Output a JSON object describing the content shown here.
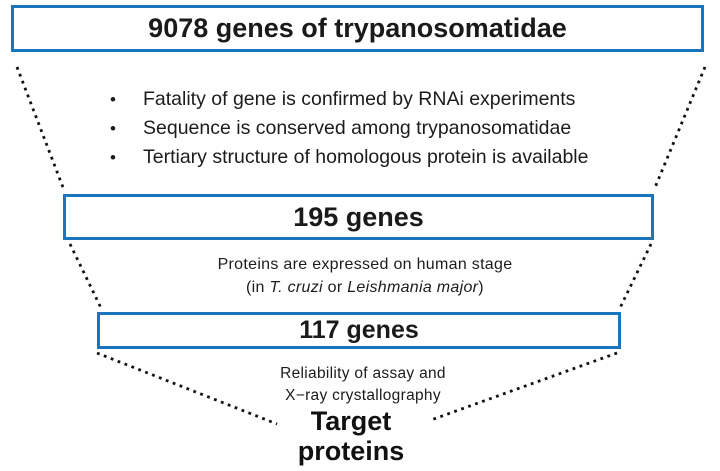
{
  "title_box": {
    "label": "9078 genes of trypanosomatidae"
  },
  "criteria": {
    "items": [
      {
        "bullet": "•",
        "text": "Fatality of gene is confirmed by RNAi experiments"
      },
      {
        "bullet": "•",
        "text": "Sequence is conserved among trypanosomatidae"
      },
      {
        "bullet": "•",
        "text": "Tertiary structure of homologous protein is available"
      }
    ]
  },
  "stage1_box": {
    "label": "195 genes"
  },
  "stage1_caption": {
    "line1": "Proteins are expressed on human stage",
    "line2": {
      "open": "(in ",
      "species1": "T. cruzi",
      "conj": " or ",
      "species2": "Leishmania major",
      "close": ")"
    }
  },
  "stage2_box": {
    "label": "117 genes"
  },
  "stage2_caption": {
    "line1": "Reliability of assay and",
    "line2": "X−ray crystallography"
  },
  "target": {
    "line1": "Target",
    "line2": "proteins"
  },
  "colors": {
    "box_border": "#1b75bb",
    "text_primary": "#111111",
    "background": "#ffffff"
  }
}
